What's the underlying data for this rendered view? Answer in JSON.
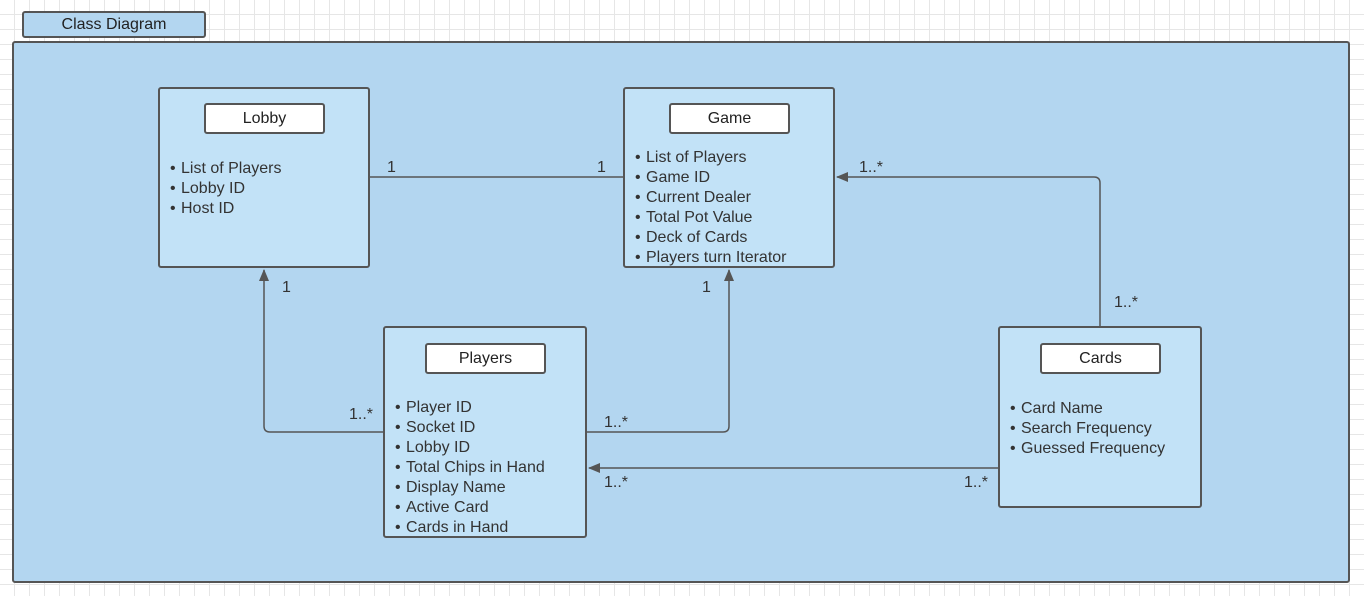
{
  "diagram": {
    "title": "Class Diagram",
    "line_color": "#555555",
    "frame_color": "#b3d6f0",
    "class_fill": "#c2e2f7"
  },
  "classes": {
    "lobby": {
      "name": "Lobby",
      "attributes": [
        "List of Players",
        "Lobby ID",
        "Host ID"
      ]
    },
    "game": {
      "name": "Game",
      "attributes": [
        "List of Players",
        "Game ID",
        "Current Dealer",
        "Total Pot Value",
        "Deck of Cards",
        "Players turn Iterator"
      ]
    },
    "players": {
      "name": "Players",
      "attributes": [
        "Player ID",
        "Socket ID",
        "Lobby ID",
        "Total Chips in Hand",
        "Display Name",
        "Active Card",
        "Cards in Hand"
      ]
    },
    "cards": {
      "name": "Cards",
      "attributes": [
        "Card Name",
        "Search Frequency",
        "Guessed Frequency"
      ]
    }
  },
  "relationships": {
    "lobby_game": {
      "from": "Lobby",
      "to": "Game",
      "from_multiplicity": "1",
      "to_multiplicity": "1"
    },
    "players_lobby": {
      "from": "Players",
      "to": "Lobby",
      "from_multiplicity": "1..*",
      "to_multiplicity": "1"
    },
    "players_game": {
      "from": "Players",
      "to": "Game",
      "from_multiplicity": "1..*",
      "to_multiplicity": "1"
    },
    "cards_game": {
      "from": "Cards",
      "to": "Game",
      "from_multiplicity": "1..*",
      "to_multiplicity": "1..*"
    },
    "cards_players": {
      "from": "Cards",
      "to": "Players",
      "from_multiplicity": "1..*",
      "to_multiplicity": "1..*"
    }
  }
}
